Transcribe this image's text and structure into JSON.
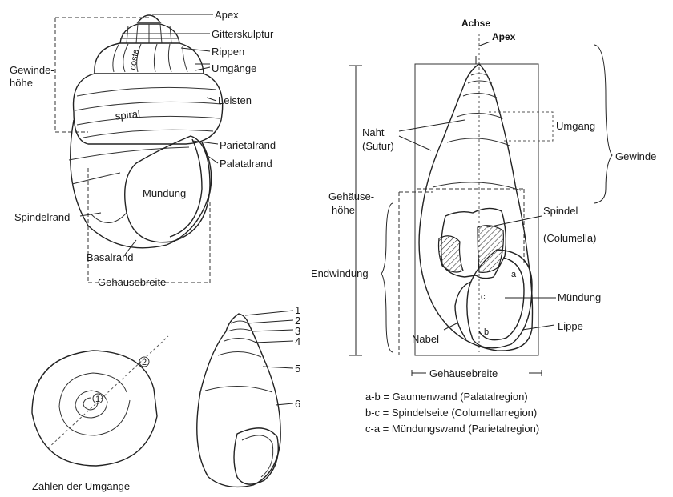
{
  "panel_a": {
    "labels": {
      "apex": "Apex",
      "gitterskulptur": "Gitterskulptur",
      "rippen": "Rippen",
      "umgaenge": "Umgänge",
      "gewinde_l1": "Gewinde-",
      "gewinde_l2": "höhe",
      "leisten": "Leisten",
      "parietalrand": "Parietalrand",
      "palatalrand": "Palatalrand",
      "muendung": "Mündung",
      "spindelrand": "Spindelrand",
      "basalrand": "Basalrand",
      "gehaeusebreite": "Gehäusebreite",
      "costa": "costa",
      "spiral": "spiral"
    }
  },
  "panel_b": {
    "labels": {
      "achse": "Achse",
      "apex": "Apex",
      "naht_l1": "Naht",
      "naht_l2": "(Sutur)",
      "umgang": "Umgang",
      "gewinde": "Gewinde",
      "gehaeusehoehe_l1": "Gehäuse-",
      "gehaeusehoehe_l2": "höhe",
      "spindel_l1": "Spindel",
      "spindel_l2": "(Columella)",
      "endwindung": "Endwindung",
      "muendung": "Mündung",
      "lippe": "Lippe",
      "nabel": "Nabel",
      "a": "a",
      "b": "b",
      "c": "c",
      "gehaeusebreite": "Gehäusebreite"
    },
    "legend": [
      "a-b = Gaumenwand (Palatalregion)",
      "b-c = Spindelseite (Columellarregion)",
      "c-a = Mündungswand (Parietalregion)"
    ]
  },
  "panel_c": {
    "caption": "Zählen der Umgänge",
    "circle_1": "1",
    "circle_2": "2"
  },
  "panel_d": {
    "numbers": [
      "1",
      "2",
      "3",
      "4",
      "5",
      "6"
    ]
  }
}
